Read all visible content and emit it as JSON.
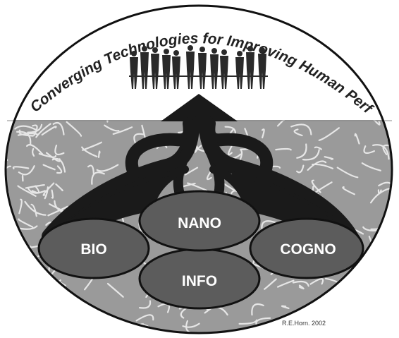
{
  "title": "Converging Technologies for Improving Human Performance",
  "lobes": {
    "bio": "BIO",
    "nano": "NANO",
    "cogno": "COGNO",
    "info": "INFO"
  },
  "credit": "R.E.Horn. 2002",
  "colors": {
    "background": "#ffffff",
    "ellipse_outline": "#111111",
    "web_fill": "#9a9a9a",
    "web_lines": "#e6e6e6",
    "dark_shape": "#1a1a1a",
    "lobe_fill": "#5c5c5c",
    "figures": "#2a2a2a"
  },
  "icons": {
    "people": "group-of-people-icon",
    "arrow": "upward-triangle-arrow-icon"
  }
}
